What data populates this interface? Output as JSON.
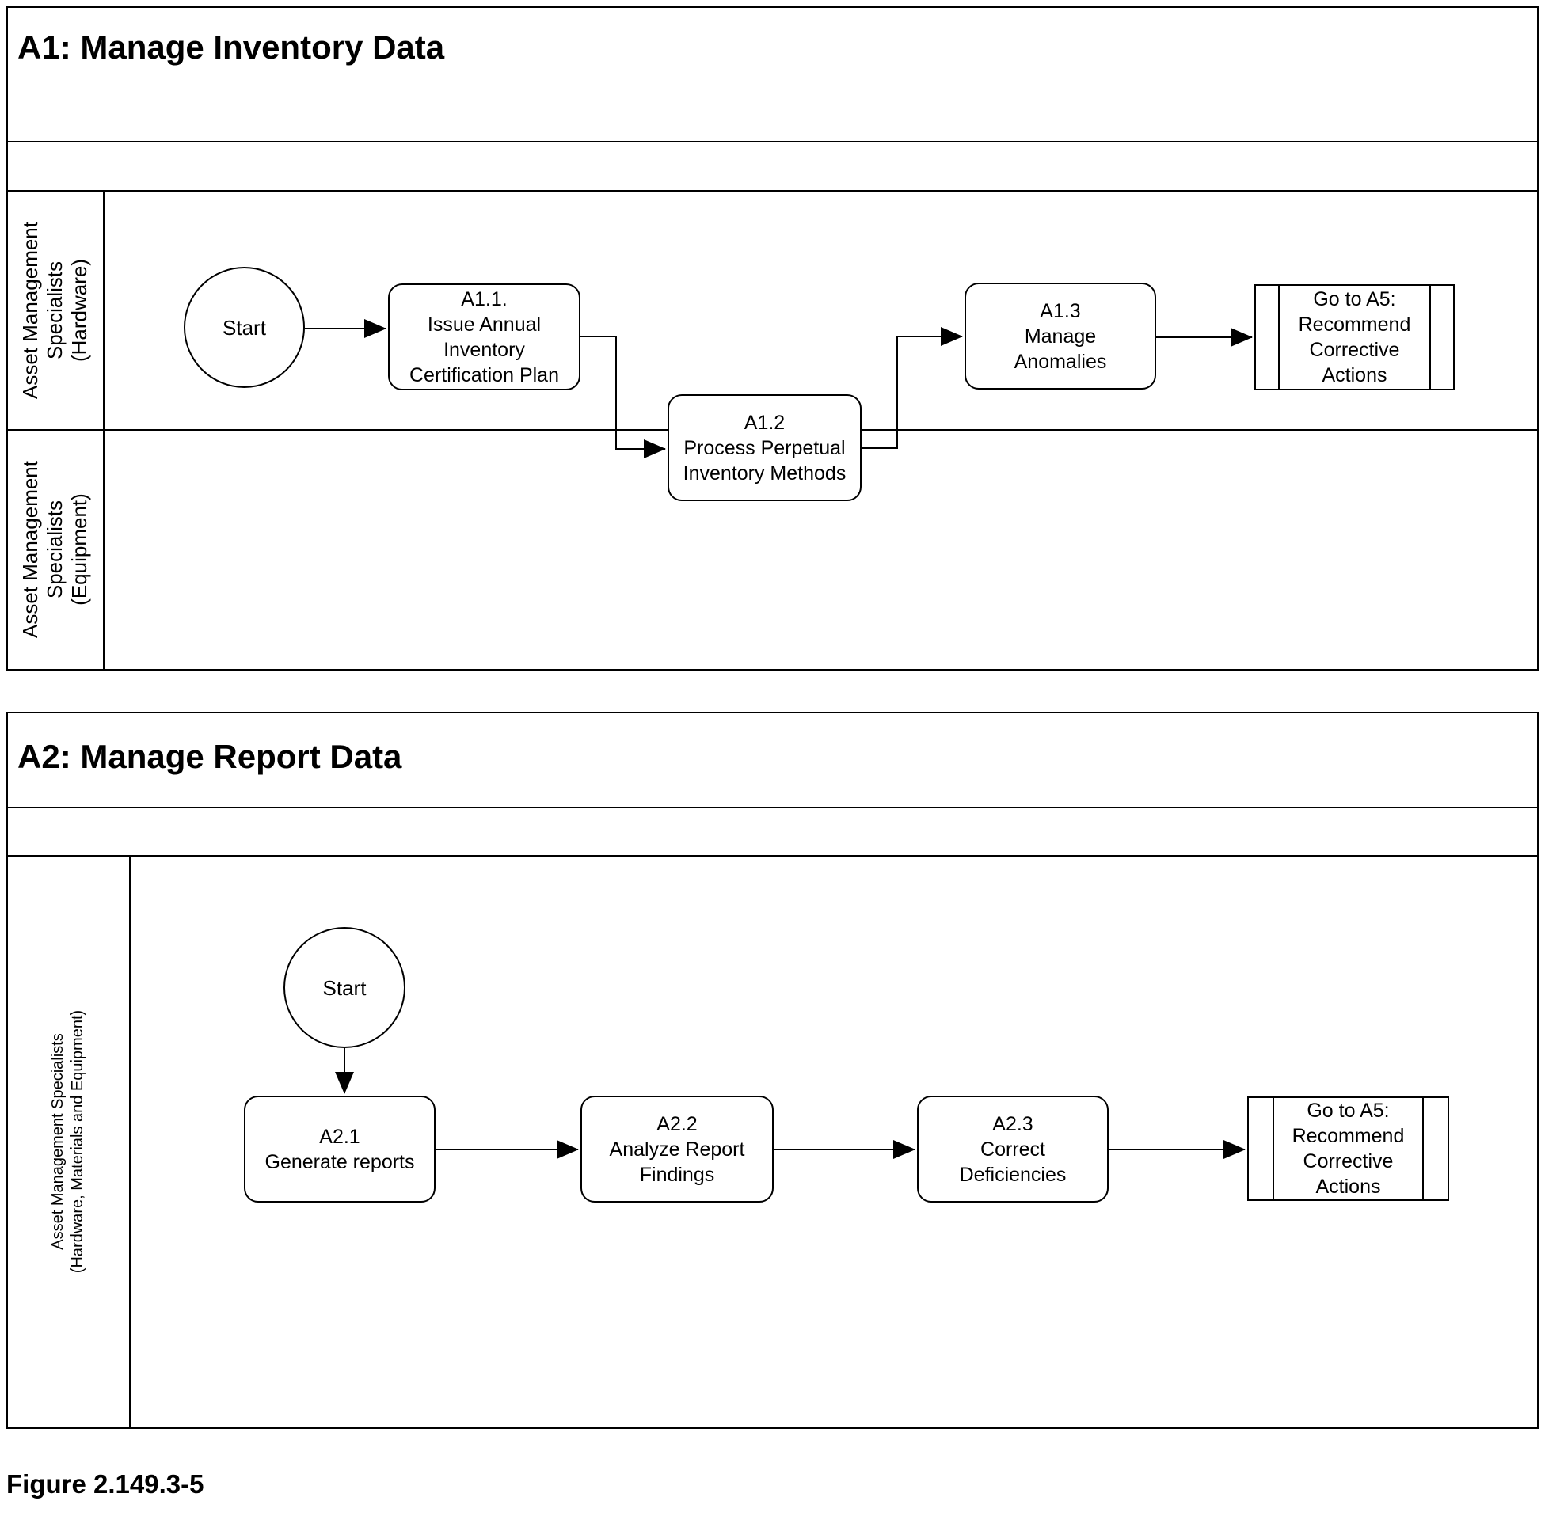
{
  "colors": {
    "line": "#000000",
    "background": "#ffffff"
  },
  "diagrams": [
    {
      "id": "A1",
      "title": "A1: Manage Inventory Data",
      "lanes": [
        {
          "label": "Asset Management\nSpecialists\n(Hardware)"
        },
        {
          "label": "Asset Management\nSpecialists\n(Equipment)"
        }
      ],
      "nodes": {
        "start": "Start",
        "a1_1": "A1.1.\nIssue Annual\nInventory\nCertification Plan",
        "a1_2": "A1.2\nProcess Perpetual\nInventory Methods",
        "a1_3": "A1.3\nManage\nAnomalies",
        "go_to_a5": "Go to A5:\nRecommend\nCorrective\nActions"
      }
    },
    {
      "id": "A2",
      "title": "A2: Manage Report Data",
      "lanes": [
        {
          "label": "Asset Management Specialists\n(Hardware, Materials and Equipment)"
        }
      ],
      "nodes": {
        "start": "Start",
        "a2_1": "A2.1\nGenerate reports",
        "a2_2": "A2.2\nAnalyze Report\nFindings",
        "a2_3": "A2.3\nCorrect\nDeficiencies",
        "go_to_a5": "Go to A5:\nRecommend\nCorrective\nActions"
      }
    }
  ],
  "caption": "Figure 2.149.3-5"
}
